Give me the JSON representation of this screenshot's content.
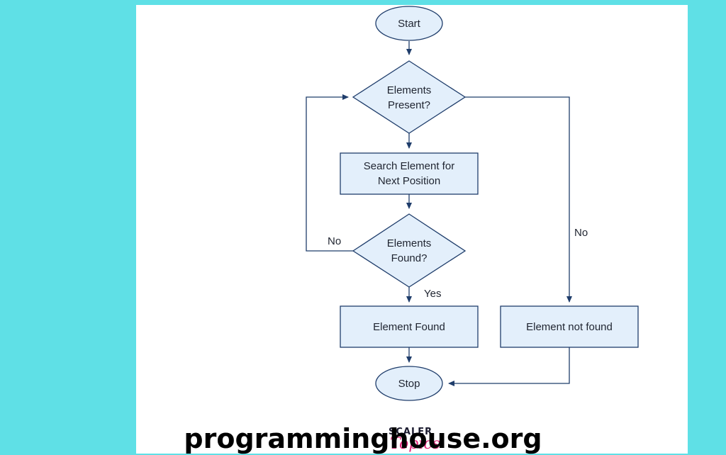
{
  "colors": {
    "background": "#5fe0e6",
    "node_fill": "#e3effb",
    "node_stroke": "#1f3d6b",
    "edge": "#1f3d6b"
  },
  "nodes": {
    "start": "Start",
    "present_line1": "Elements",
    "present_line2": "Present?",
    "search_line1": "Search Element for",
    "search_line2": "Next Position",
    "found_q_line1": "Elements",
    "found_q_line2": "Found?",
    "found": "Element Found",
    "not_found": "Element not found",
    "stop": "Stop"
  },
  "edges": {
    "no_loop": "No",
    "no_right": "No",
    "yes": "Yes"
  },
  "watermark": "programminghouse.org",
  "logo": {
    "top": "SCALER",
    "bottom": "Topics"
  }
}
